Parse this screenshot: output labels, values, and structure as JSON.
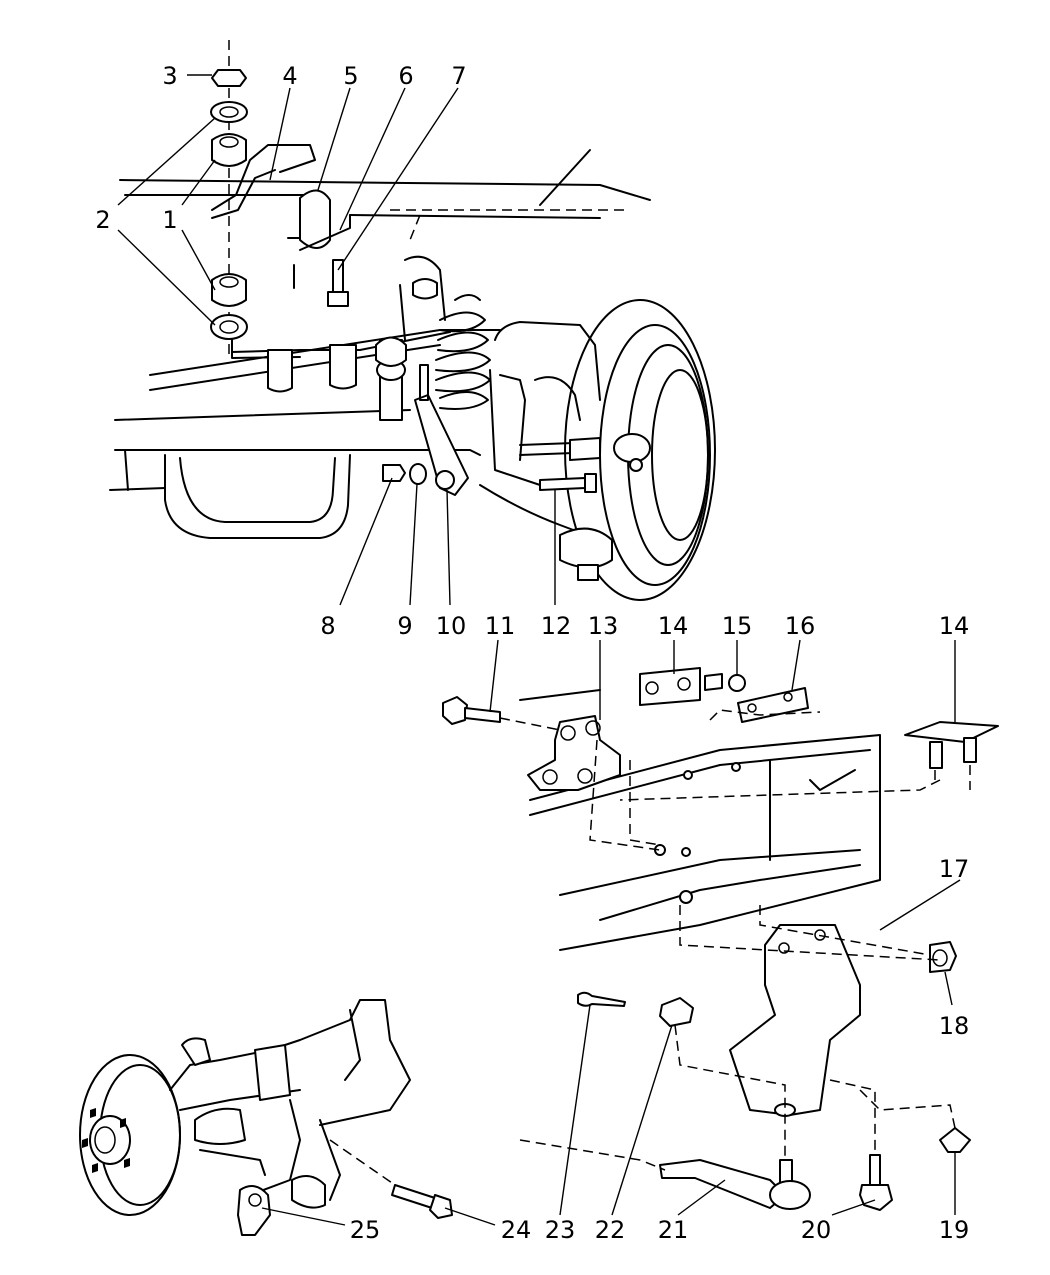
{
  "callouts": [
    {
      "id": "c3",
      "label": "3"
    },
    {
      "id": "c4",
      "label": "4"
    },
    {
      "id": "c5",
      "label": "5"
    },
    {
      "id": "c6",
      "label": "6"
    },
    {
      "id": "c7",
      "label": "7"
    },
    {
      "id": "c2a",
      "label": "2"
    },
    {
      "id": "c1a",
      "label": "1"
    },
    {
      "id": "c2b",
      "label": "2"
    },
    {
      "id": "c1b",
      "label": "1"
    },
    {
      "id": "c8",
      "label": "8"
    },
    {
      "id": "c9",
      "label": "9"
    },
    {
      "id": "c10",
      "label": "10"
    },
    {
      "id": "c12",
      "label": "12"
    },
    {
      "id": "c11",
      "label": "11"
    },
    {
      "id": "c13",
      "label": "13"
    },
    {
      "id": "c14a",
      "label": "14"
    },
    {
      "id": "c15",
      "label": "15"
    },
    {
      "id": "c16",
      "label": "16"
    },
    {
      "id": "c14b",
      "label": "14"
    },
    {
      "id": "c17",
      "label": "17"
    },
    {
      "id": "c18",
      "label": "18"
    },
    {
      "id": "c19",
      "label": "19"
    },
    {
      "id": "c20",
      "label": "20"
    },
    {
      "id": "c21",
      "label": "21"
    },
    {
      "id": "c22",
      "label": "22"
    },
    {
      "id": "c23",
      "label": "23"
    },
    {
      "id": "c24",
      "label": "24"
    },
    {
      "id": "c25",
      "label": "25"
    }
  ]
}
